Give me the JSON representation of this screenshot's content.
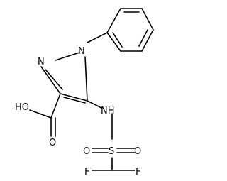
{
  "molecule": {
    "atoms": {
      "n_pyrazole_1": "N",
      "n_pyrazole_2": "N",
      "n_amine": "NH",
      "sulfur": "S",
      "oxygen_sulfonyl_left": "O",
      "oxygen_sulfonyl_right": "O",
      "fluorine_left": "F",
      "fluorine_right": "F",
      "hydroxyl": "HO",
      "oxygen_carbonyl": "O"
    }
  }
}
